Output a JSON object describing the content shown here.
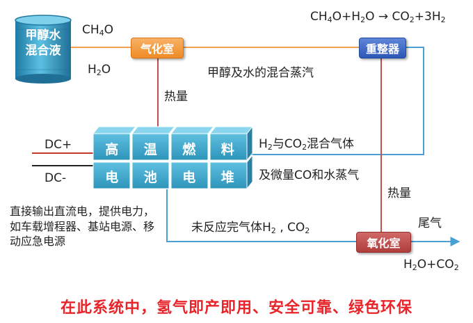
{
  "barrel": {
    "label": "甲醇水\n混合液"
  },
  "formulas": {
    "ch4o": {
      "pre": "CH",
      "sub": "4",
      "post": "O"
    },
    "h2o_left": {
      "pre": "H",
      "sub": "2",
      "post": "O"
    },
    "reaction": {
      "a": "CH",
      "b": "4",
      "c": "O+H",
      "d": "2",
      "e": "O → CO",
      "f": "2",
      "g": "+3H",
      "h": "2"
    },
    "exhaust": {
      "a": "H",
      "b": "2",
      "c": "O+CO",
      "d": "2"
    }
  },
  "boxes": {
    "vaporizer": "气化室",
    "reformer": "重整器",
    "oxidizer": "氧化室"
  },
  "labels": {
    "vapor": "甲醇及水的混合蒸汽",
    "heat_top": "热量",
    "heat_right": "热量",
    "mix_gas": {
      "a": "H",
      "b": "2",
      "c": "与CO",
      "d": "2",
      "e": "混合气体"
    },
    "mix_gas_2": "及微量CO和水蒸气",
    "unreacted": {
      "a": "未反应完气体H",
      "b": "2",
      "c": " , CO",
      "d": "2"
    },
    "tail_gas": "尾气",
    "dc_plus": "DC+",
    "dc_minus": "DC-"
  },
  "stack": {
    "row1": [
      "高",
      "温",
      "燃",
      "料"
    ],
    "row2": [
      "电",
      "池",
      "电",
      "堆"
    ]
  },
  "description": "直接输出直流电，提供电力，如车载增程器、基站电源、移动应急电源",
  "footer": "在此系统中，氢气即产即用、安全可靠、绿色环保",
  "colors": {
    "orange_line": "#f0a050",
    "red_line": "#c0504d",
    "blue_line": "#4a9fd4",
    "barrel": "#2e8fb8",
    "stack": "#3ea6c8",
    "footer": "#e8242a"
  }
}
